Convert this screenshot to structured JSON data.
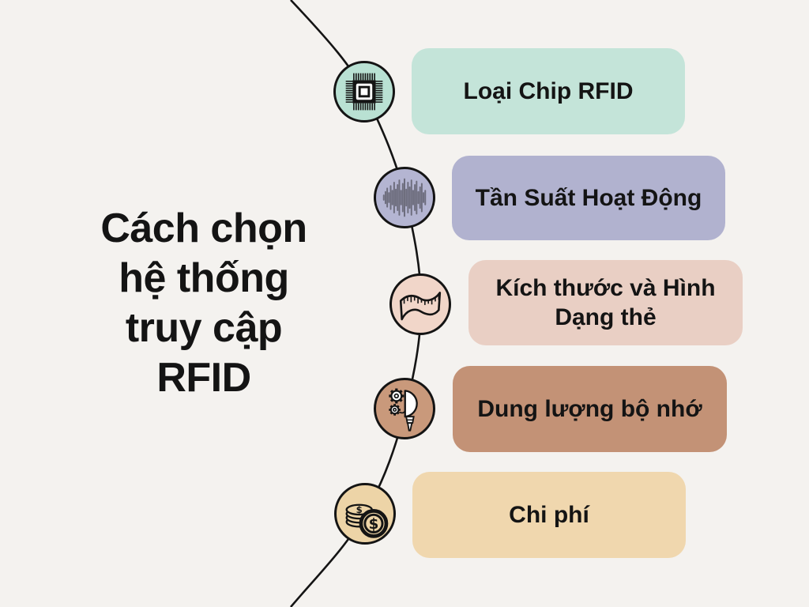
{
  "page": {
    "background_color": "#f4f2ef",
    "line_color": "#141414",
    "text_color": "#141414"
  },
  "title": {
    "full": "Cách chọn hệ thống truy cập RFID",
    "lines": [
      "Cách chọn",
      "hệ thống",
      "truy cập",
      "RFID"
    ]
  },
  "items": [
    {
      "label": "Loại Chip RFID",
      "icon": "chip-icon",
      "box_color": "#c4e4d9",
      "circle_color": "#b9e1d3"
    },
    {
      "label": "Tần Suất Hoạt Động",
      "icon": "waveform-icon",
      "box_color": "#b1b2cf",
      "circle_color": "#b4b5d2"
    },
    {
      "label": "Kích thước và Hình Dạng thẻ",
      "icon": "measuring-tape-icon",
      "box_color": "#e9cfc4",
      "circle_color": "#f1d6c9"
    },
    {
      "label": "Dung lượng bộ nhớ",
      "icon": "idea-memory-icon",
      "box_color": "#c39276",
      "circle_color": "#c9997b"
    },
    {
      "label": "Chi phí",
      "icon": "coins-icon",
      "box_color": "#f0d7ae",
      "circle_color": "#edd4a7"
    }
  ]
}
